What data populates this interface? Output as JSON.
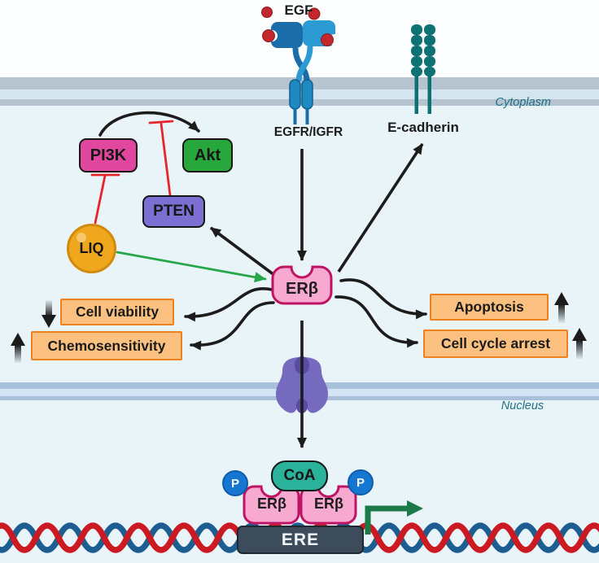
{
  "diagram": {
    "labels": {
      "egf": "EGF",
      "egfr_igfr": "EGFR/IGFR",
      "e_cadherin": "E-cadherin",
      "cytoplasm": "Cytoplasm",
      "nucleus": "Nucleus",
      "pi3k": "PI3K",
      "akt": "Akt",
      "pten": "PTEN",
      "liq": "LIQ",
      "erb": "ERβ",
      "erb_dimer_left": "ERβ",
      "erb_dimer_right": "ERβ",
      "coa": "CoA",
      "ere": "ERE",
      "phospho": "P",
      "cell_viability": "Cell viability",
      "chemosensitivity": "Chemosensitivity",
      "apoptosis": "Apoptosis",
      "cell_cycle_arrest": "Cell cycle arrest"
    },
    "effects": [
      {
        "label": "Cell viability",
        "direction": "down"
      },
      {
        "label": "Chemosensitivity",
        "direction": "up"
      },
      {
        "label": "Apoptosis",
        "direction": "up"
      },
      {
        "label": "Cell cycle arrest",
        "direction": "up"
      }
    ],
    "relationships": [
      {
        "from": "EGF",
        "to": "EGFR/IGFR",
        "type": "ligand-binding"
      },
      {
        "from": "EGFR/IGFR",
        "to": "ERβ",
        "type": "activation"
      },
      {
        "from": "ERβ",
        "to": "PTEN",
        "type": "activation"
      },
      {
        "from": "ERβ",
        "to": "E-cadherin",
        "type": "activation"
      },
      {
        "from": "PI3K",
        "to": "Akt",
        "type": "activation"
      },
      {
        "from": "PTEN",
        "to": "PI3K→Akt",
        "type": "inhibition"
      },
      {
        "from": "LIQ",
        "to": "PI3K",
        "type": "inhibition"
      },
      {
        "from": "LIQ",
        "to": "ERβ",
        "type": "activation"
      },
      {
        "from": "ERβ",
        "to": "Cell viability",
        "type": "decrease"
      },
      {
        "from": "ERβ",
        "to": "Chemosensitivity",
        "type": "increase"
      },
      {
        "from": "ERβ",
        "to": "Apoptosis",
        "type": "increase"
      },
      {
        "from": "ERβ",
        "to": "Cell cycle arrest",
        "type": "increase"
      },
      {
        "from": "ERβ",
        "to": "Nucleus",
        "type": "translocation"
      },
      {
        "from": "ERβ-dimer + CoA",
        "to": "ERE",
        "type": "transcription"
      }
    ],
    "colors": {
      "pi3k_fill": "#e2479f",
      "akt_fill": "#28a73c",
      "pten_fill": "#7b6fd1",
      "liq_fill": "#efa71e",
      "erb_fill": "#f8a9d0",
      "erb_border": "#bf1363",
      "effect_box_fill": "#fcc181",
      "effect_box_border": "#ef8020",
      "coa_fill": "#2bb29b",
      "ere_fill": "#3c4c5a",
      "phospho_fill": "#1577d2",
      "ecadherin": "#0e7173",
      "receptor_dark_blue": "#1a6da8",
      "receptor_light_blue": "#2d9bd3",
      "ligand_red": "#c1272d",
      "inhibition_red": "#e5252a",
      "activation_green": "#27a74a",
      "transcription_green": "#1b7a48",
      "dna_red": "#cc1a22",
      "dna_blue": "#1d5e92",
      "pore_purple": "#766abf",
      "membrane_gray": "#b5c4cf",
      "nuclear_membrane": "#a9c0da",
      "compartment_text": "#1e7086",
      "cytoplasm_bg": "#e9f4f9"
    }
  }
}
